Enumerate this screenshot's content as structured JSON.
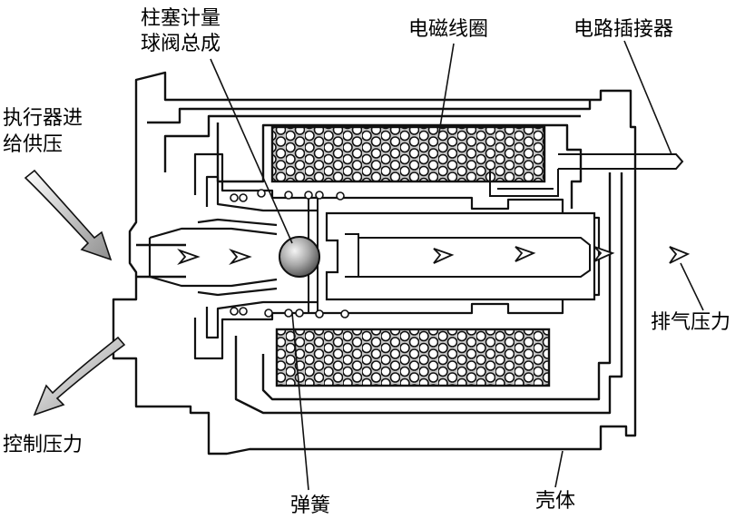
{
  "labels": {
    "plunger_ball_line1": "柱塞计量",
    "plunger_ball_line2": "球阀总成",
    "solenoid_coil": "电磁线圈",
    "connector": "电路插接器",
    "supply_line1": "执行器进",
    "supply_line2": "给供压",
    "exhaust_pressure": "排气压力",
    "control_pressure": "控制压力",
    "spring": "弹簧",
    "housing": "壳体"
  },
  "colors": {
    "ink": "#111111",
    "coil_fill": "#c9c9c9",
    "ball_highlight": "#f4f4f4",
    "ball_shadow": "#6b6b6b",
    "arrow_gray": "#9a9a9a",
    "background": "#ffffff"
  }
}
